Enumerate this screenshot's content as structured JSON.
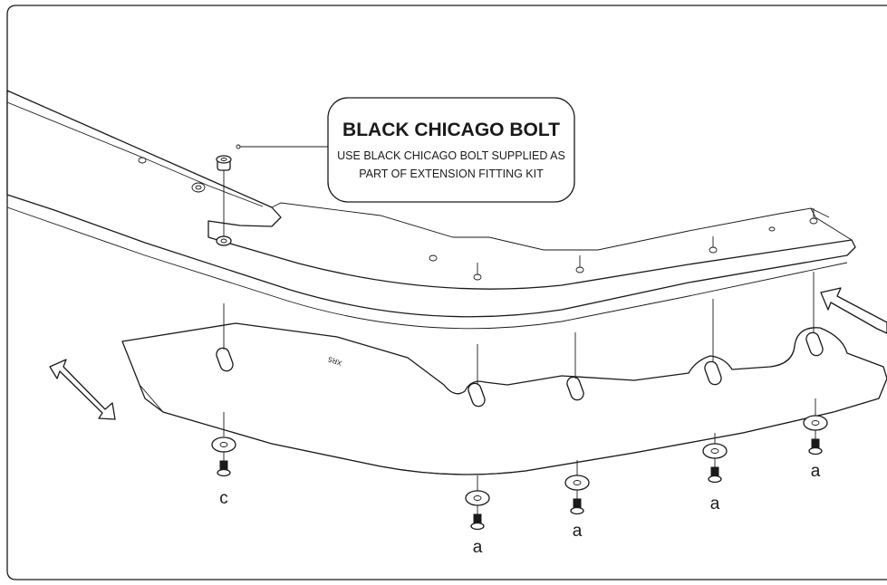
{
  "callout": {
    "title": "BLACK CHICAGO BOLT",
    "line1": "USE BLACK CHICAGO BOLT SUPPLIED AS",
    "line2": "PART OF EXTENSION FITTING KIT"
  },
  "part_marking": "XR5",
  "fixings": [
    {
      "label": "c"
    },
    {
      "label": "a"
    },
    {
      "label": "a"
    },
    {
      "label": "a"
    },
    {
      "label": "a"
    }
  ],
  "colors": {
    "line": "#1a1a1a",
    "background": "#ffffff"
  }
}
